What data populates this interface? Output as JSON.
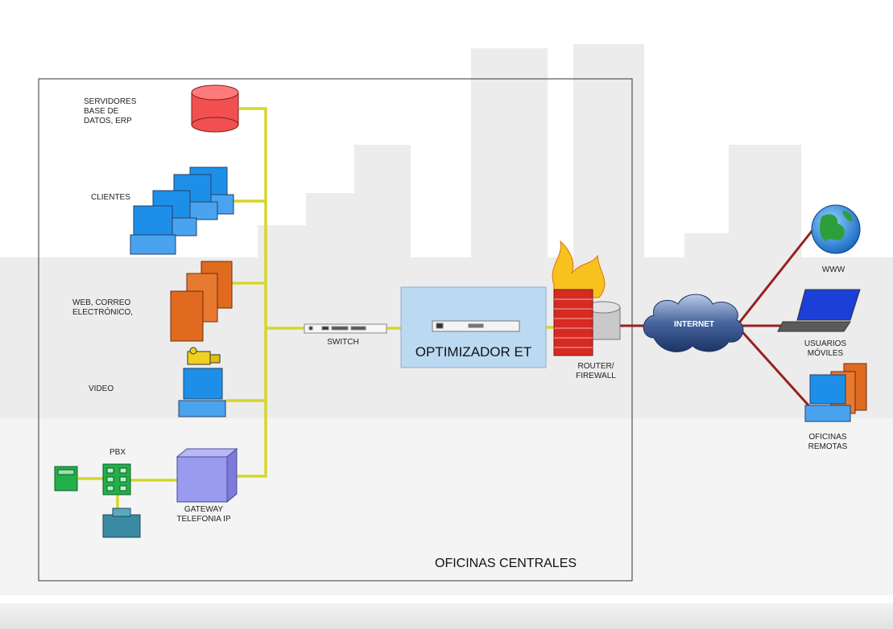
{
  "labels": {
    "servers": "SERVIDORES\nBASE DE\nDATOS, ERP",
    "clients": "CLIENTES",
    "web_mail": "WEB, CORREO\nELECTRÓNICO,",
    "video": "VIDEO",
    "pbx": "PBX",
    "gateway": "GATEWAY\nTELEFONIA IP",
    "switch": "SWITCH",
    "optimizer": "OPTIMIZADOR ET",
    "router": "ROUTER/\nFIREWALL",
    "internet": "INTERNET",
    "www": "WWW",
    "mobile_users": "USUARIOS\nMÓVILES",
    "remote_offices": "OFICINAS\nREMOTAS",
    "central_offices": "OFICINAS CENTRALES"
  },
  "colors": {
    "lan_link": "#d6d62a",
    "wan_link": "#9b1f1f",
    "database": "#f25050",
    "pc_screen": "#1e8fe8",
    "server": "#e06a20",
    "phone": "#22b04a",
    "gateway": "#9a9aee",
    "optimizer_box": "#bcd9f2",
    "firewall": "#d62b22",
    "cloud": "#2f4f8a"
  }
}
